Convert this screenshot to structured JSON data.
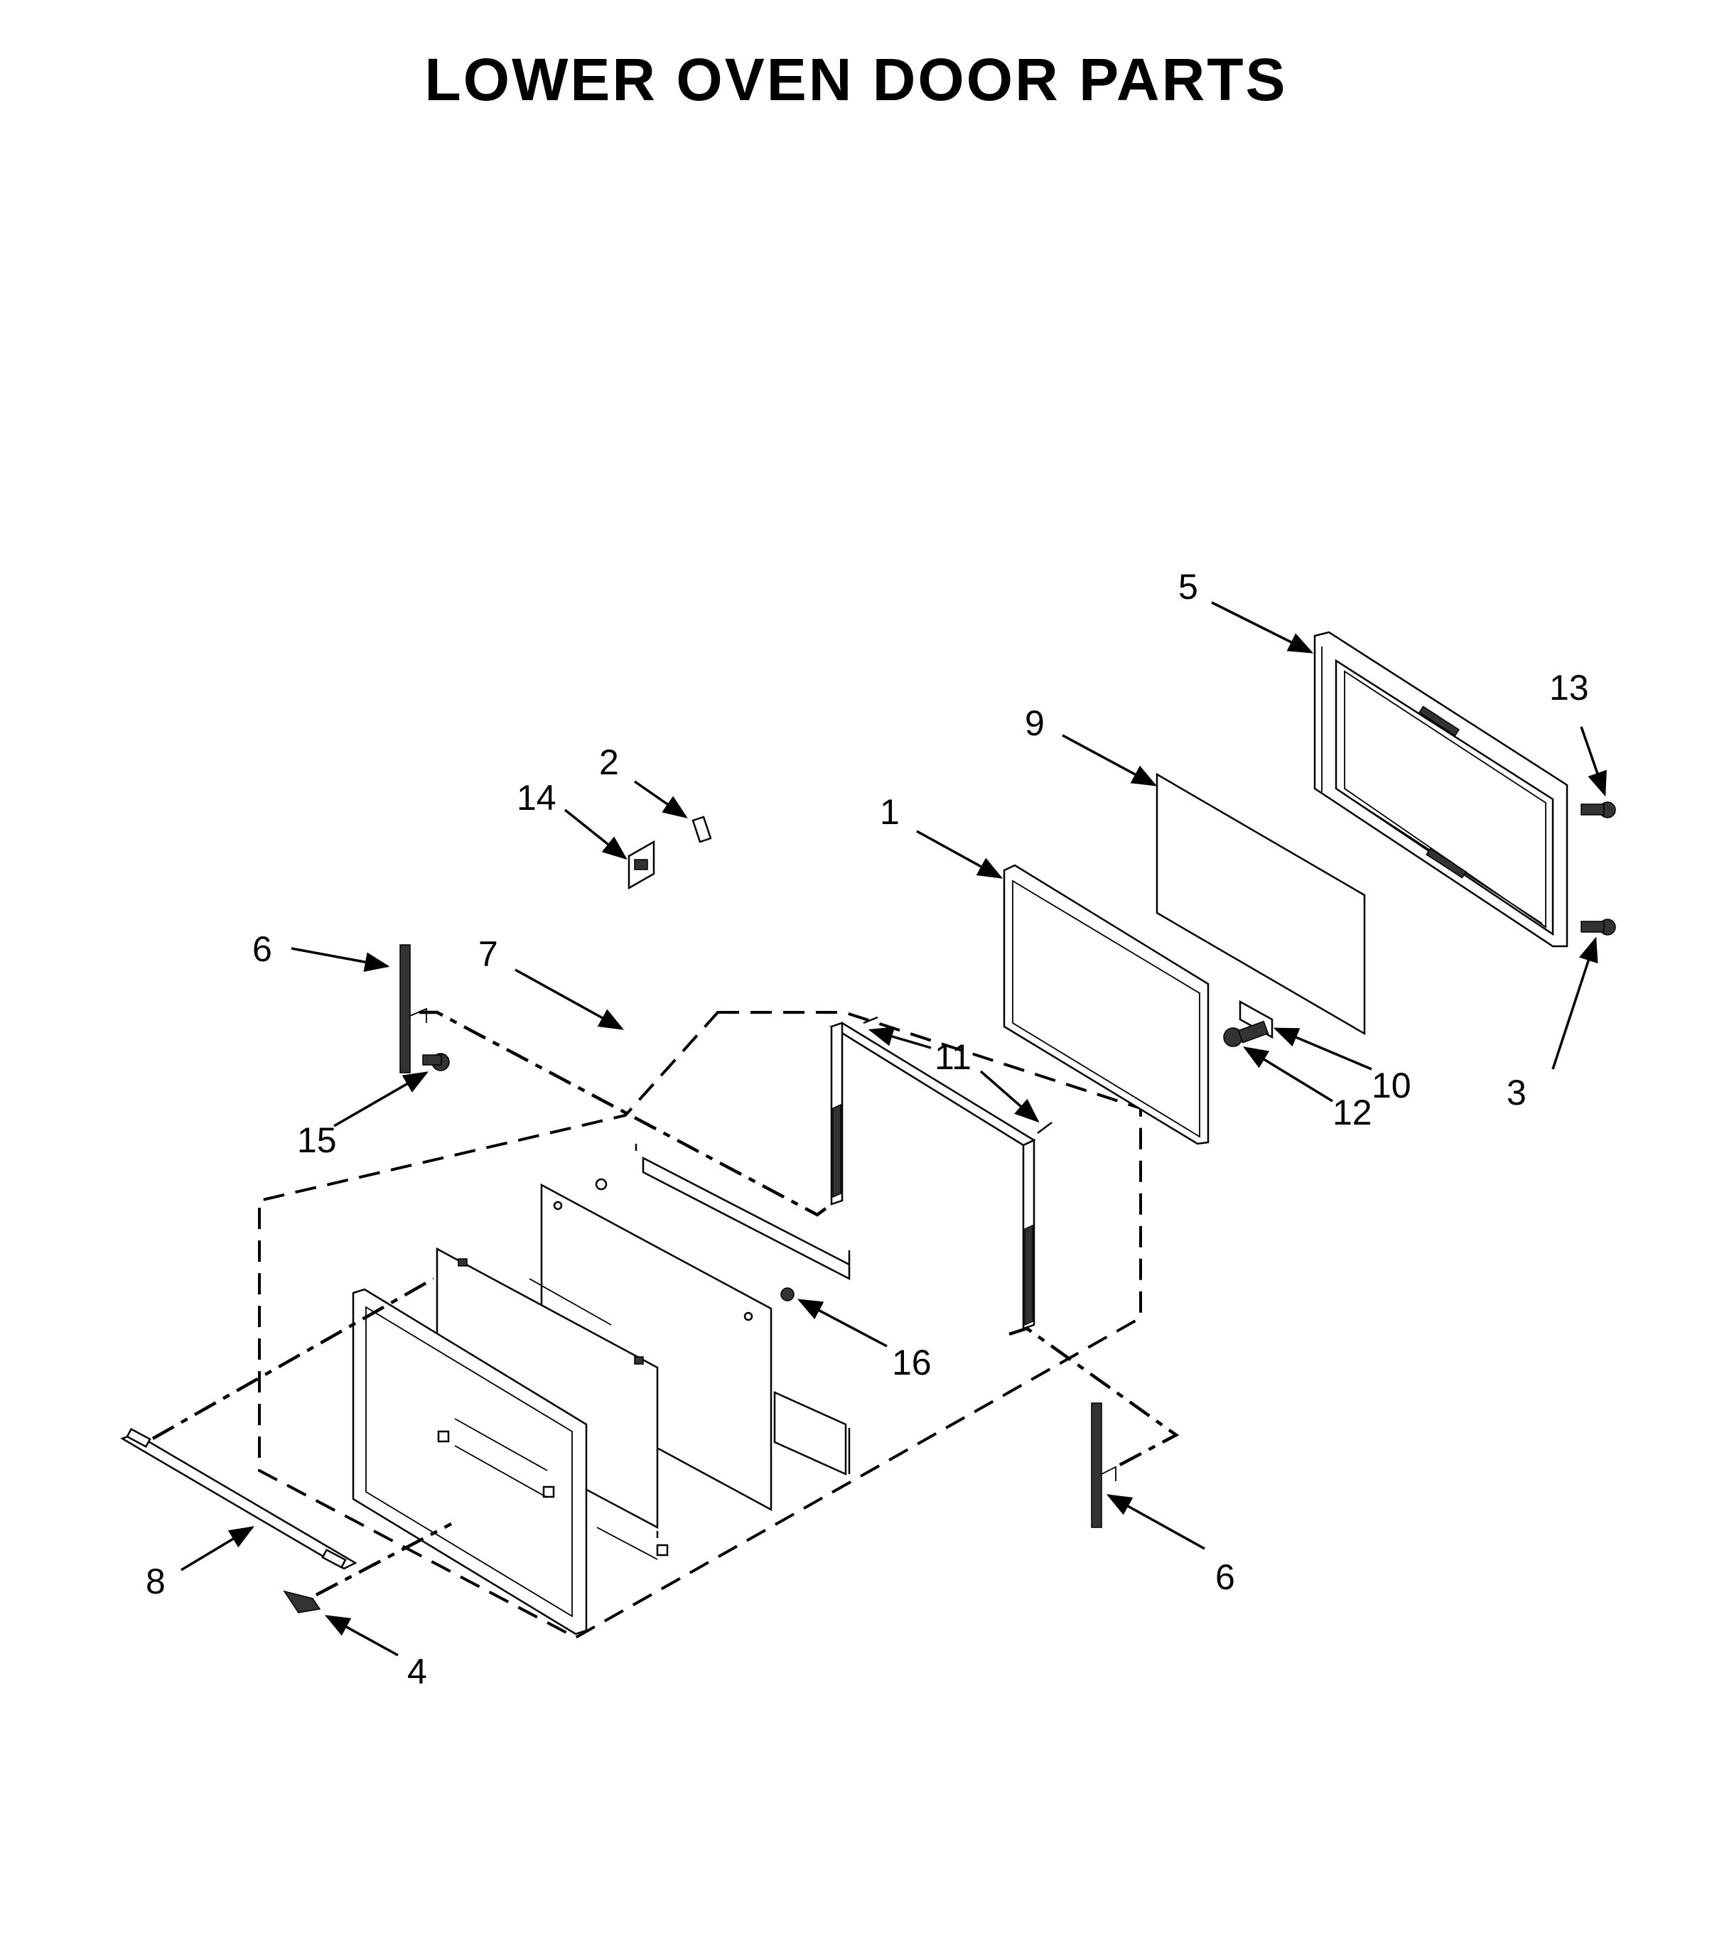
{
  "title": "LOWER OVEN DOOR PARTS",
  "callouts": {
    "c1": "1",
    "c2": "2",
    "c3": "3",
    "c4": "4",
    "c5": "5",
    "c6a": "6",
    "c6b": "6",
    "c7": "7",
    "c8": "8",
    "c9": "9",
    "c10": "10",
    "c11": "11",
    "c12": "12",
    "c13": "13",
    "c14": "14",
    "c15": "15",
    "c16": "16"
  }
}
